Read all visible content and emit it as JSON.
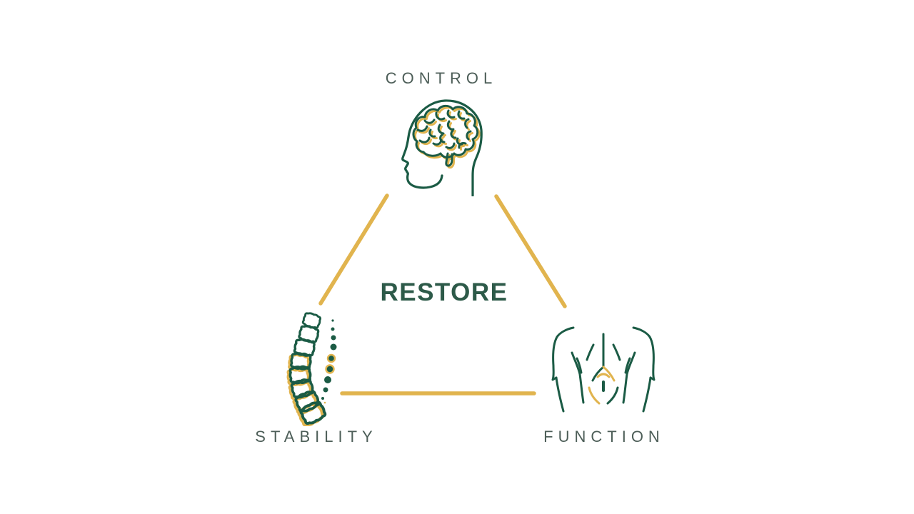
{
  "diagram": {
    "title_center": "RESTORE",
    "nodes": [
      {
        "id": "control",
        "label": "CONTROL",
        "icon": "head-brain-icon",
        "position": "top"
      },
      {
        "id": "stability",
        "label": "STABILITY",
        "icon": "spine-icon",
        "position": "bottom-left"
      },
      {
        "id": "function",
        "label": "FUNCTION",
        "icon": "torso-core-icon",
        "position": "bottom-right"
      }
    ],
    "connector": {
      "shape": "triangle",
      "color": "#e1b44e"
    },
    "colors": {
      "icon_green": "#1b5b45",
      "accent_gold": "#e1b44e",
      "label_color": "#4d5e58",
      "center_text_color": "#2d5a49",
      "background": "#ffffff"
    }
  }
}
